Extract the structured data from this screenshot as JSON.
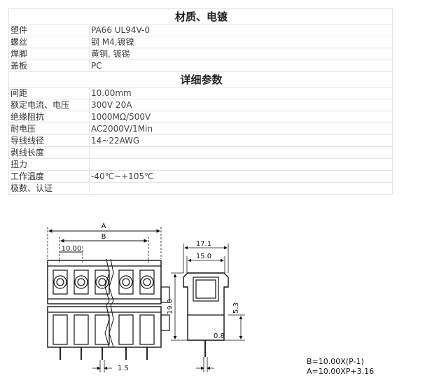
{
  "sections": [
    {
      "title": "材质、电镀",
      "rows": [
        {
          "label": "塑件",
          "value": "PA66 UL94V-0"
        },
        {
          "label": "螺丝",
          "value": "钢 M4,镀镍"
        },
        {
          "label": "焊脚",
          "value": "黄铜, 镀锡"
        },
        {
          "label": "盖板",
          "value": "PC"
        }
      ]
    },
    {
      "title": "详细参数",
      "rows": [
        {
          "label": "间距",
          "value": "10.00mm"
        },
        {
          "label": "额定电流、电压",
          "value": "300V 20A"
        },
        {
          "label": "绝缘阻抗",
          "value": "1000MΩ/500V"
        },
        {
          "label": "耐电压",
          "value": "AC2000V/1Min"
        },
        {
          "label": "导线线径",
          "value": "14~22AWG"
        },
        {
          "label": "剥线长度",
          "value": ""
        },
        {
          "label": "扭力",
          "value": ""
        },
        {
          "label": "工作温度",
          "value": "-40℃~+105℃"
        },
        {
          "label": "极数、认证",
          "value": ""
        }
      ]
    }
  ],
  "drawing": {
    "dim_a": "A",
    "dim_b": "B",
    "pitch": "10.00",
    "width_outer": "17.1",
    "width_inner": "15.0",
    "height": "19.0",
    "pin_height": "5.3",
    "pin_thickness": "0.8",
    "pin_width": "1.5",
    "formula_b": "B=10.00X(P-1)",
    "formula_a": "A=10.00XP+3.16"
  }
}
